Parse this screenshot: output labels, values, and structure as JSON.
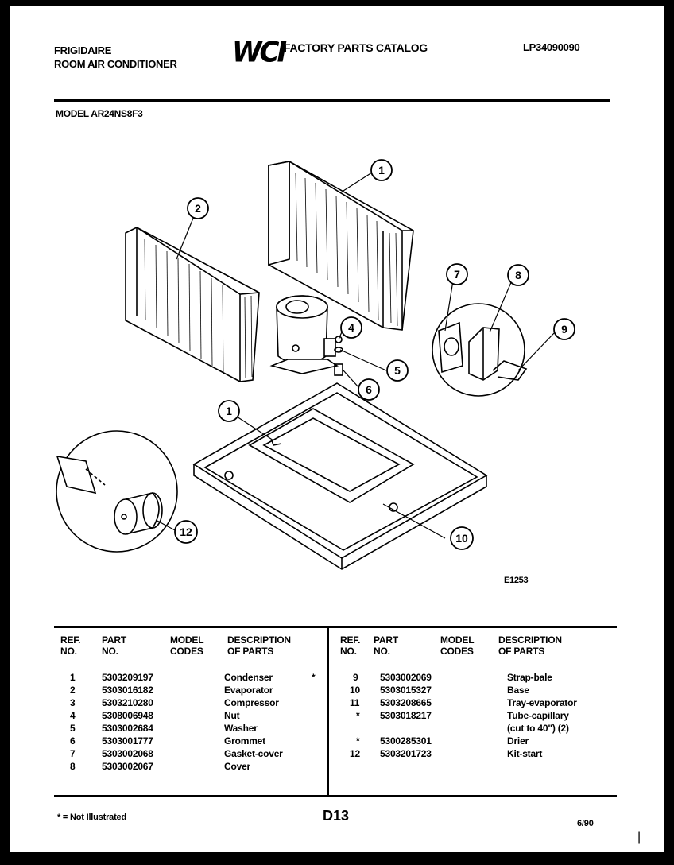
{
  "header": {
    "brand": "FRIGIDAIRE",
    "product": "ROOM AIR CONDITIONER",
    "logo": "WCI",
    "catalog_title": "FACTORY PARTS CATALOG",
    "catalog_number": "LP34090090",
    "model_line": "MODEL AR24NS8F3"
  },
  "diagram": {
    "callouts": [
      "1",
      "2",
      "4",
      "5",
      "6",
      "7",
      "8",
      "9",
      "1",
      "10",
      "12"
    ],
    "figure_id": "E1253"
  },
  "table": {
    "headers": {
      "ref_no": [
        "REF.",
        "NO."
      ],
      "part_no": [
        "PART",
        "NO."
      ],
      "model_codes": [
        "MODEL",
        "CODES"
      ],
      "description": [
        "DESCRIPTION",
        "OF PARTS"
      ]
    },
    "left_rows": [
      {
        "ref": "1",
        "part": "5303209197",
        "desc": "Condenser"
      },
      {
        "ref": "2",
        "part": "5303016182",
        "desc": "Evaporator"
      },
      {
        "ref": "3",
        "part": "5303210280",
        "desc": "Compressor"
      },
      {
        "ref": "4",
        "part": "5308006948",
        "desc": "Nut"
      },
      {
        "ref": "5",
        "part": "5303002684",
        "desc": "Washer"
      },
      {
        "ref": "6",
        "part": "5303001777",
        "desc": "Grommet"
      },
      {
        "ref": "7",
        "part": "5303002068",
        "desc": "Gasket-cover"
      },
      {
        "ref": "8",
        "part": "5303002067",
        "desc": "Cover"
      }
    ],
    "right_rows": [
      {
        "ref": "9",
        "part": "5303002069",
        "desc": "Strap-bale"
      },
      {
        "ref": "10",
        "part": "5303015327",
        "desc": "Base"
      },
      {
        "ref": "11",
        "part": "5303208665",
        "desc": "Tray-evaporator"
      },
      {
        "ref": "*",
        "part": "5303018217",
        "desc": "Tube-capillary"
      },
      {
        "ref": "",
        "part": "",
        "desc": "(cut to 40\") (2)"
      },
      {
        "ref": "*",
        "part": "5300285301",
        "desc": "Drier"
      },
      {
        "ref": "12",
        "part": "5303201723",
        "desc": "Kit-start"
      }
    ],
    "left_star": "*"
  },
  "footer": {
    "note": "* = Not Illustrated",
    "page": "D13",
    "date": "6/90",
    "mark": "|"
  }
}
